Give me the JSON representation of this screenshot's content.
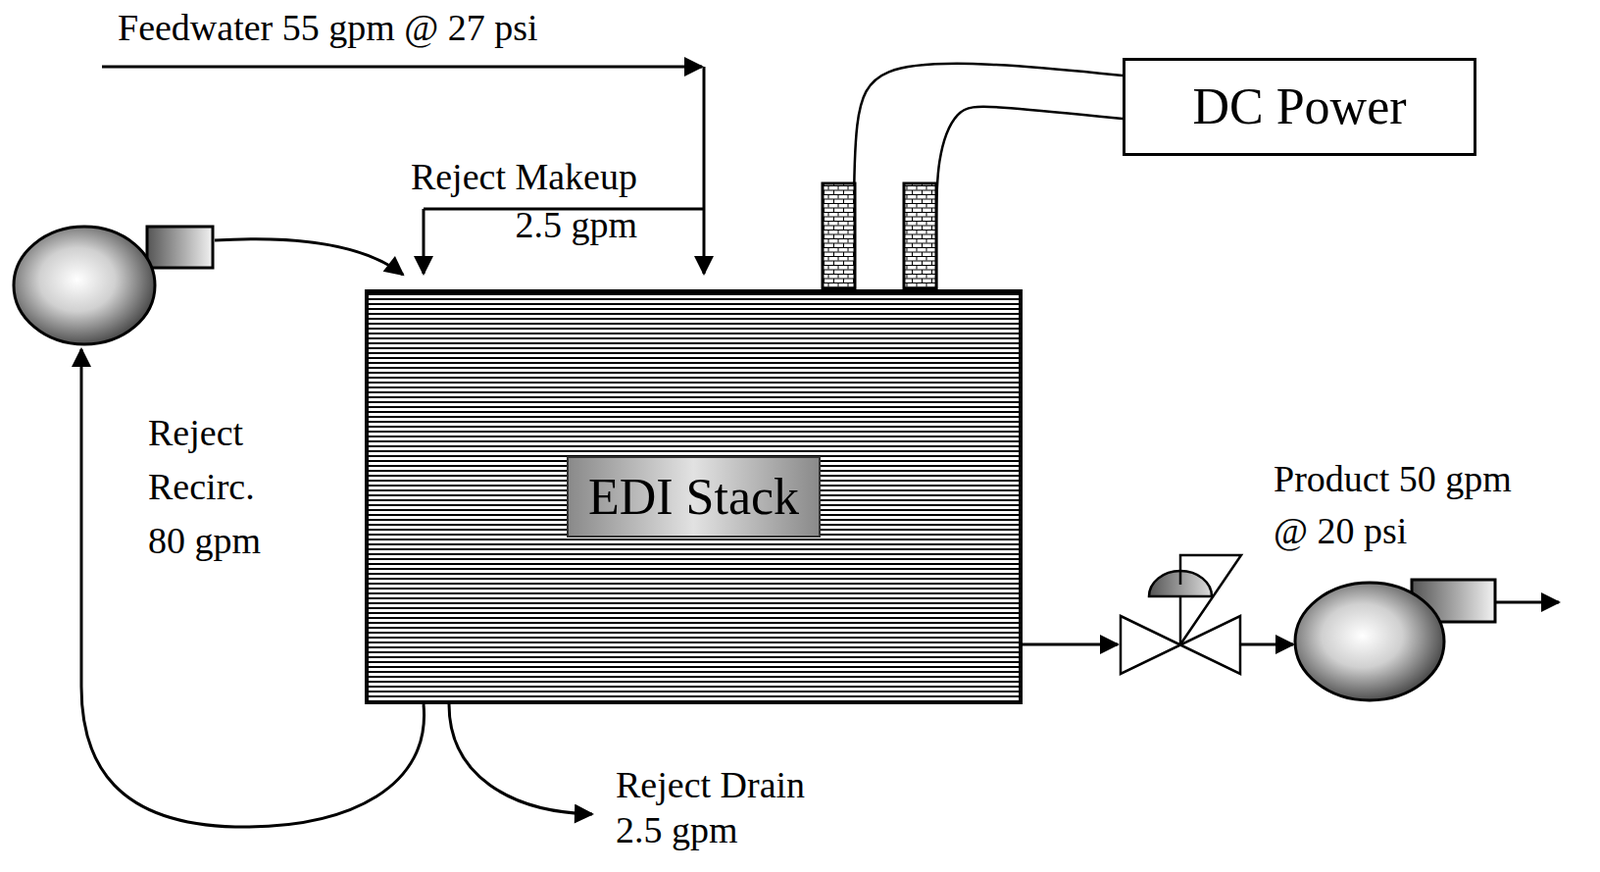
{
  "diagram": {
    "nodes": [
      {
        "text": [
          "DC Power"
        ]
      },
      {
        "text": [
          "EDI Stack"
        ]
      }
    ],
    "edges": [
      {
        "from": 0,
        "to": 1,
        "arrow": "none"
      },
      {
        "from": 0,
        "to": 1,
        "arrow": "none"
      }
    ],
    "labels": [
      "Feedwater 55 gpm @ 27 psi",
      "Reject Makeup 2.5 gpm",
      "Reject Recirc. 80 gpm",
      "Product 50 gpm @ 20 psi",
      "Reject Drain 2.5 gpm"
    ]
  }
}
